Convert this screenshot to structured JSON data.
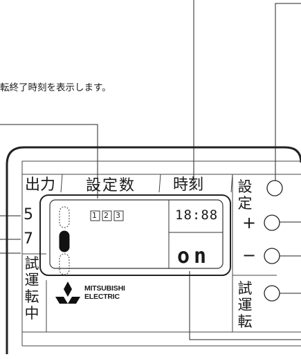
{
  "caption": "転終了時刻を表示します。",
  "header": {
    "output": "出力",
    "setting_count": "設定数",
    "time": "時刻"
  },
  "left_labels": {
    "five": "5",
    "seven": "7",
    "test_run": "試運転中"
  },
  "lcd": {
    "number_boxes": [
      "1",
      "2",
      "3"
    ],
    "clock": "18:88",
    "status": "on"
  },
  "brand": {
    "line1": "MITSUBISHI",
    "line2": "ELECTRIC"
  },
  "buttons": {
    "set": "設定",
    "plus": "+",
    "minus": "−",
    "test_run": "試運転"
  }
}
